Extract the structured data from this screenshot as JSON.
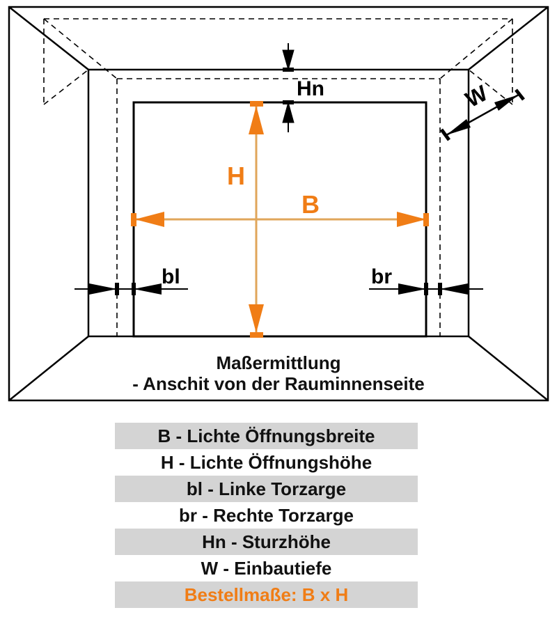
{
  "diagram": {
    "title": "Maßermittlung",
    "subtitle": "- Anschit von der Rauminnenseite",
    "dimension_labels": {
      "width": "B",
      "height": "H",
      "left_jamb": "bl",
      "right_jamb": "br",
      "lintel_height": "Hn",
      "depth": "W"
    },
    "colors": {
      "accent": "#f07d16",
      "accent_line": "#e0a65a",
      "line": "#000000",
      "legend_shade": "#d4d4d4"
    }
  },
  "legend": {
    "rows": [
      {
        "text": "B - Lichte Öffnungsbreite",
        "shaded": true,
        "accent": false
      },
      {
        "text": "H - Lichte Öffnungshöhe",
        "shaded": false,
        "accent": false
      },
      {
        "text": "bl - Linke Torzarge",
        "shaded": true,
        "accent": false
      },
      {
        "text": "br - Rechte Torzarge",
        "shaded": false,
        "accent": false
      },
      {
        "text": "Hn - Sturzhöhe",
        "shaded": true,
        "accent": false
      },
      {
        "text": "W - Einbautiefe",
        "shaded": false,
        "accent": false
      },
      {
        "text": "Bestellmaße: B x H",
        "shaded": true,
        "accent": true
      }
    ]
  }
}
